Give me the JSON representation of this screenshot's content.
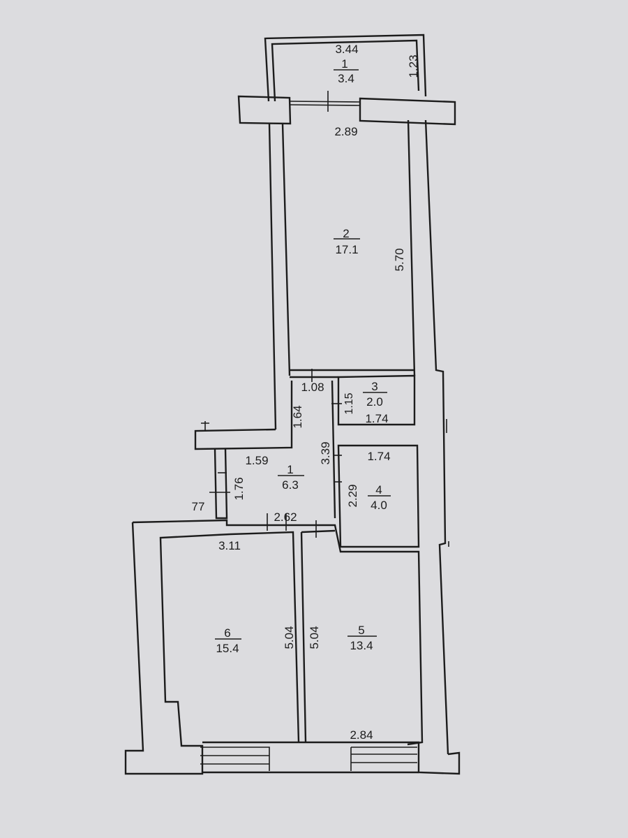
{
  "balcony": {
    "length": "3.44",
    "number": "1",
    "area": "3.4",
    "width": "1.23"
  },
  "room2": {
    "number": "2",
    "area": "17.1",
    "width": "2.89",
    "length": "5.70"
  },
  "room3": {
    "number": "3",
    "area": "2.0",
    "width": "1.74",
    "length": "1.15"
  },
  "corridor": {
    "number": "1",
    "area": "6.3",
    "dim_top": "1.08",
    "dim_left": "1.64",
    "dim_long": "3.39",
    "dim_upper": "1.59",
    "dim_side": "1.76",
    "dim_bottom": "2.62",
    "dim_entry": "77"
  },
  "room4": {
    "number": "4",
    "area": "4.0",
    "width": "1.74",
    "length": "2.29"
  },
  "room6": {
    "number": "6",
    "area": "15.4",
    "width": "3.11",
    "length": "5.04"
  },
  "room5": {
    "number": "5",
    "area": "13.4",
    "width": "2.84",
    "length": "5.04"
  },
  "colors": {
    "paper": "#dcdcdf",
    "ink": "#1c1c1c"
  }
}
